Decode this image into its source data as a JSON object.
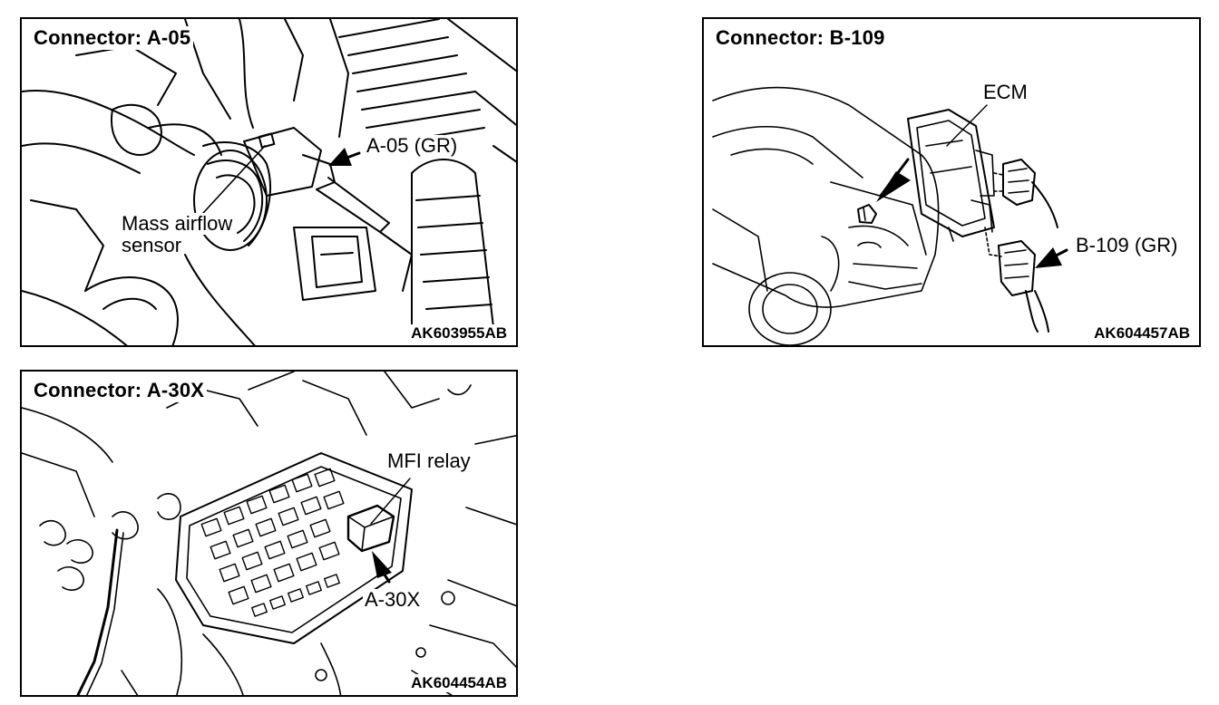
{
  "panels": [
    {
      "title": "Connector: A-05",
      "labels": {
        "connector": "A-05 (GR)",
        "component_line1": "Mass airflow",
        "component_line2": "sensor"
      },
      "code": "AK603955AB"
    },
    {
      "title": "Connector: B-109",
      "labels": {
        "component": "ECM",
        "connector": "B-109 (GR)"
      },
      "code": "AK604457AB"
    },
    {
      "title": "Connector: A-30X",
      "labels": {
        "component": "MFI relay",
        "connector": "A-30X"
      },
      "code": "AK604454AB"
    }
  ]
}
